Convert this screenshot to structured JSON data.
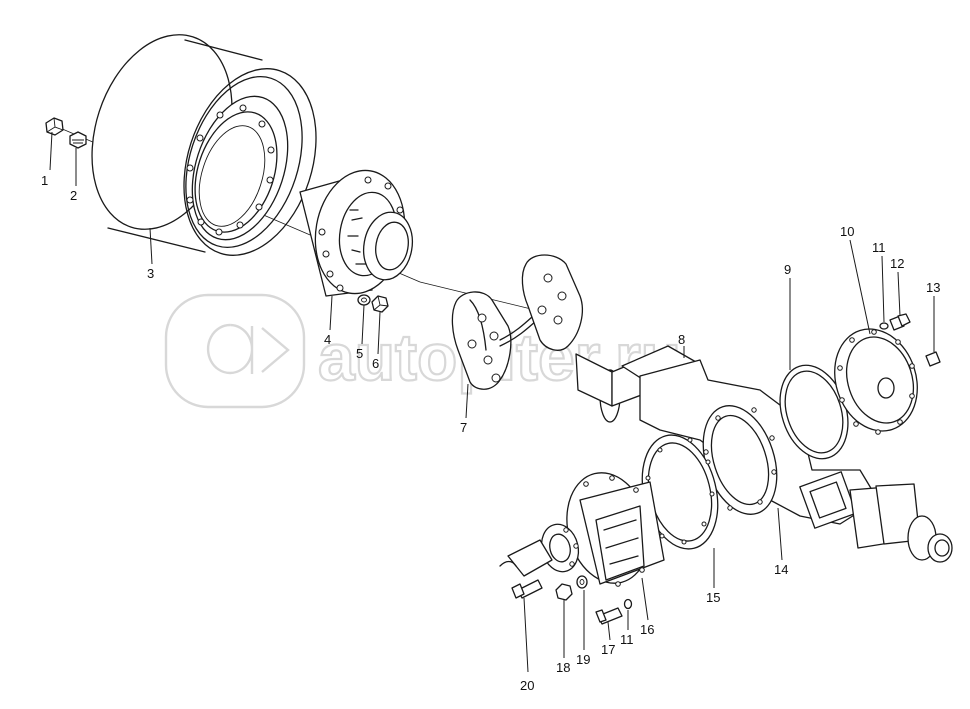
{
  "diagram": {
    "callouts": [
      "1",
      "2",
      "3",
      "4",
      "5",
      "6",
      "7",
      "8",
      "9",
      "10",
      "11",
      "12",
      "13",
      "14",
      "15",
      "16",
      "17",
      "18",
      "19",
      "20",
      "11"
    ]
  },
  "watermark": {
    "text": "autopiter.ru",
    "color": "#d8d8d8"
  },
  "colors": {
    "line": "#1a1a1a",
    "background": "#ffffff"
  }
}
